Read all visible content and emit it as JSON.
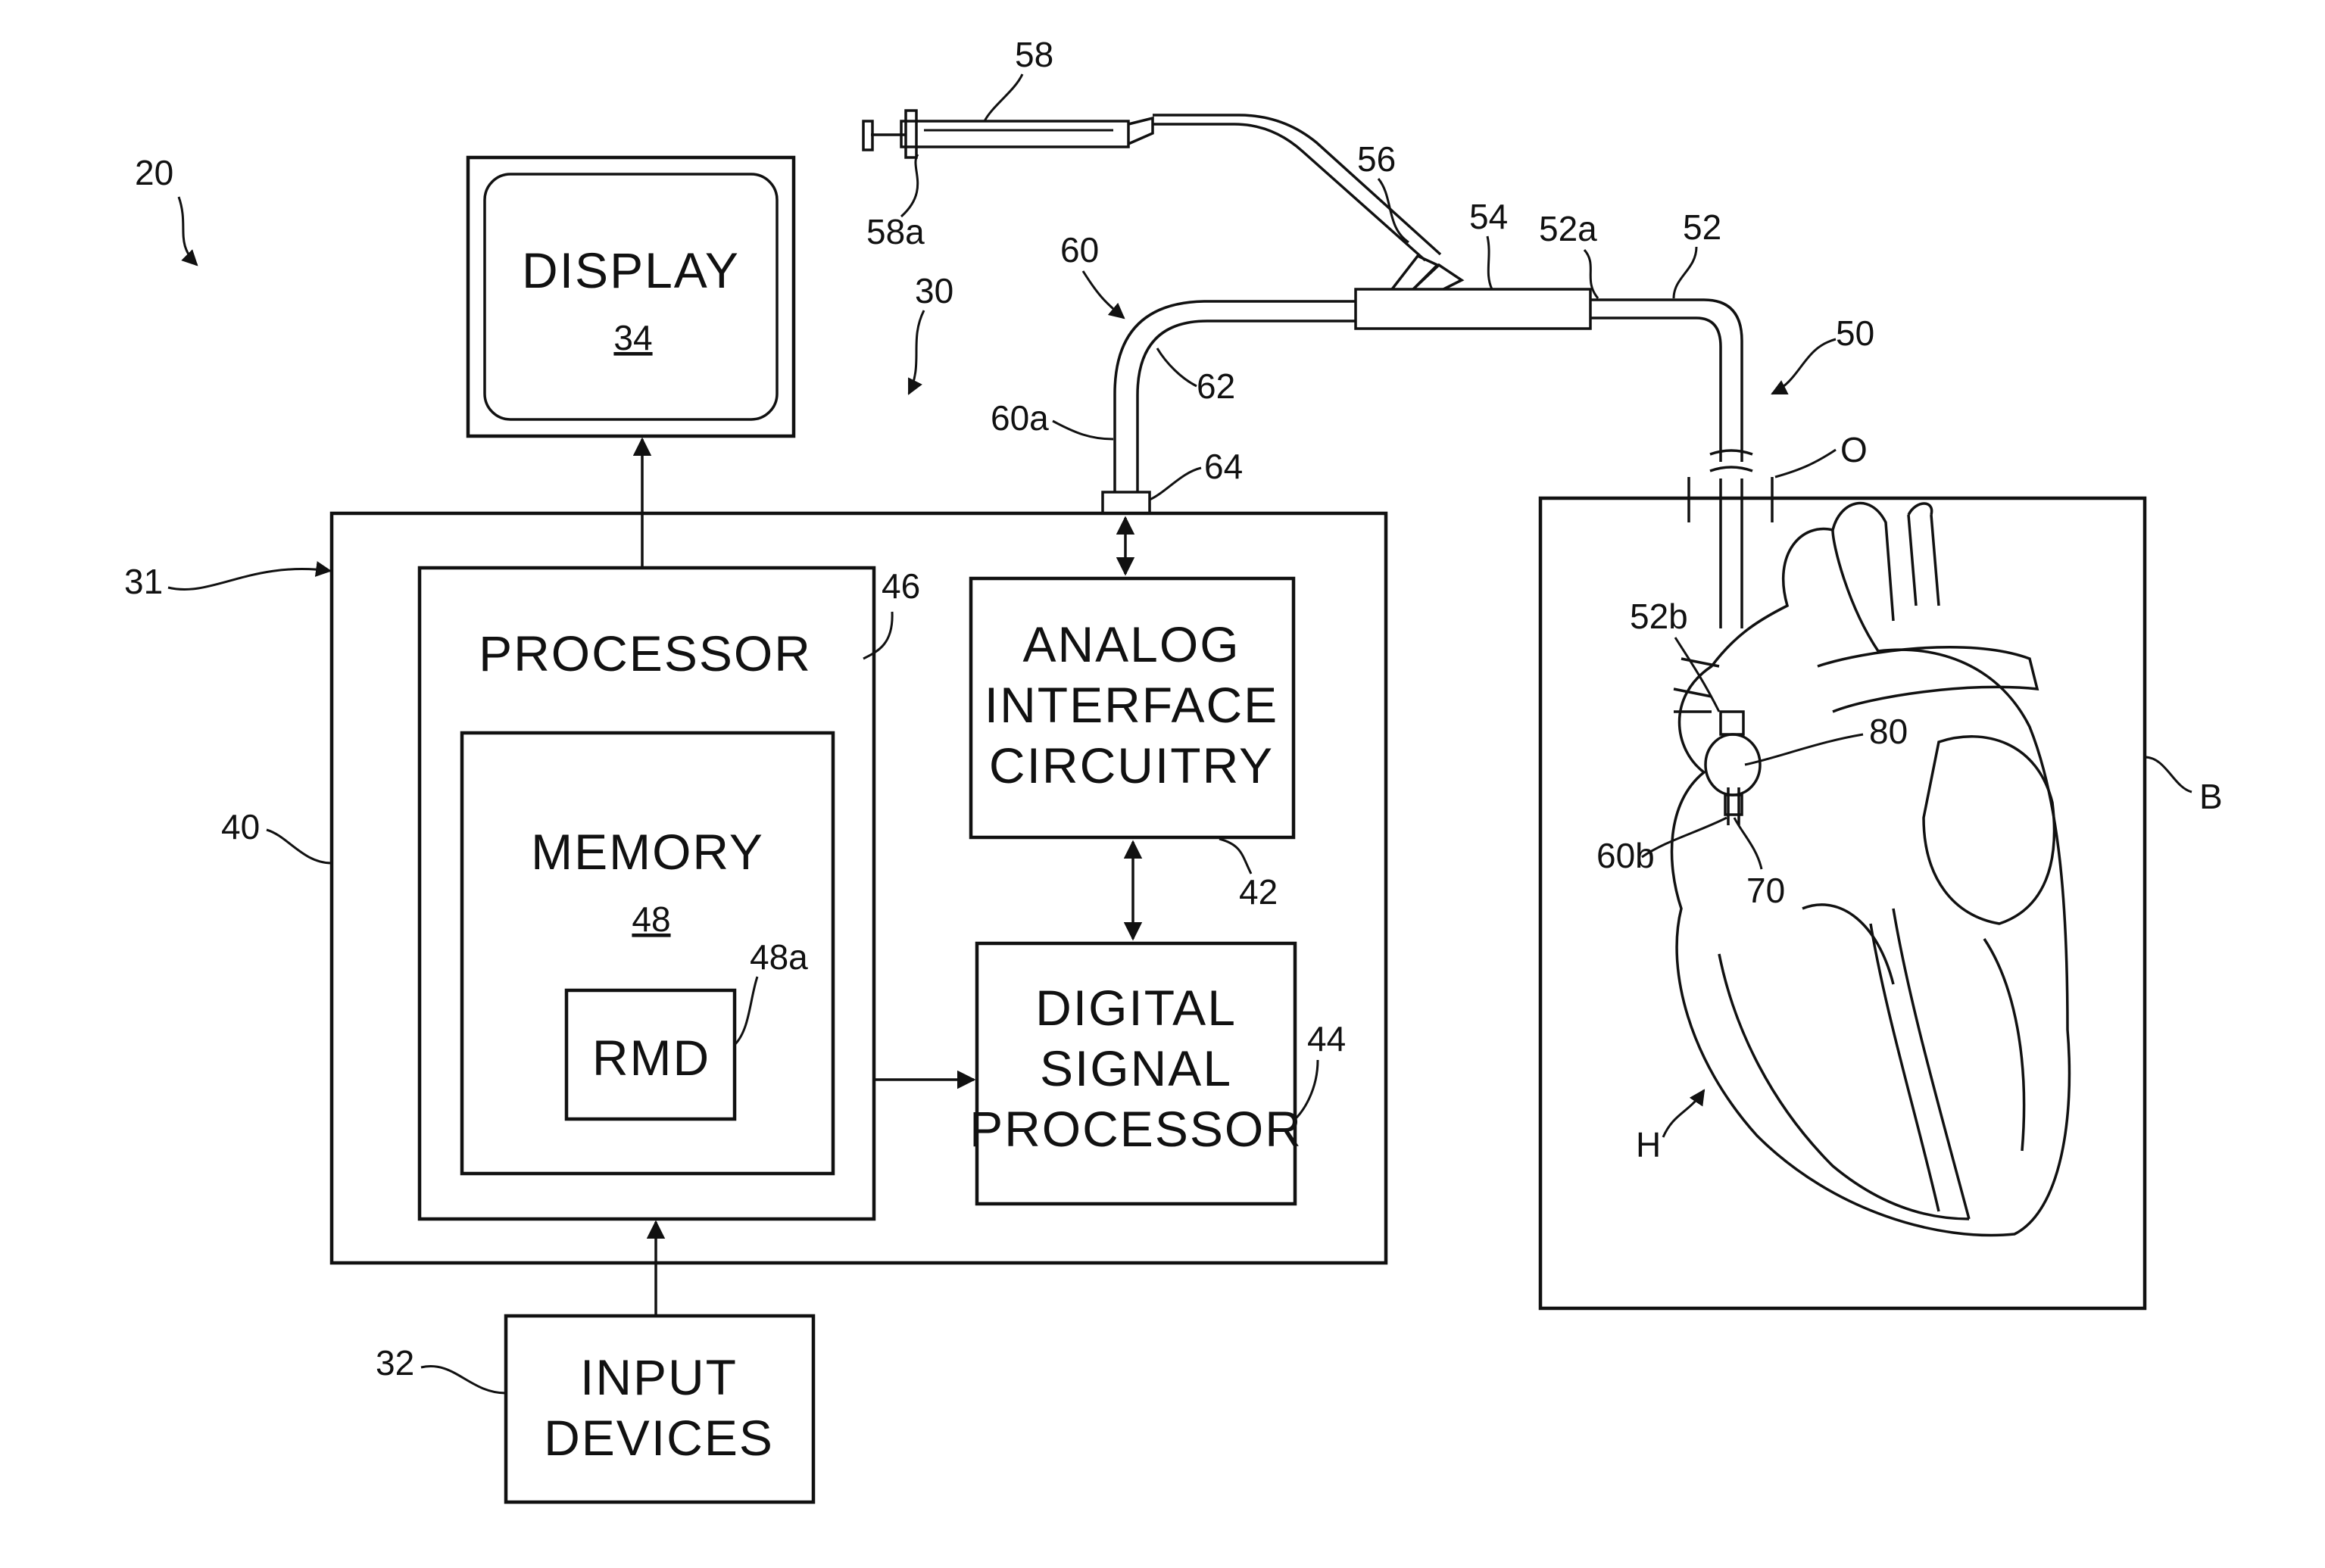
{
  "figure": {
    "display_label": "DISPLAY",
    "display_num": "34",
    "processor_label": "PROCESSOR",
    "memory_label": "MEMORY",
    "memory_num": "48",
    "rmd_label": "RMD",
    "analog_lines": [
      "ANALOG",
      "INTERFACE",
      "CIRCUITRY"
    ],
    "dsp_lines": [
      "DIGITAL",
      "SIGNAL",
      "PROCESSOR"
    ],
    "input_lines": [
      "INPUT",
      "DEVICES"
    ],
    "refs": {
      "r20": "20",
      "r30": "30",
      "r31": "31",
      "r32": "32",
      "r40": "40",
      "r42": "42",
      "r44": "44",
      "r46": "46",
      "r48a": "48a",
      "r50": "50",
      "r52": "52",
      "r52a": "52a",
      "r52b": "52b",
      "r54": "54",
      "r56": "56",
      "r58": "58",
      "r58a": "58a",
      "r60": "60",
      "r60a": "60a",
      "r60b": "60b",
      "r62": "62",
      "r64": "64",
      "r70": "70",
      "r80": "80",
      "rO": "O",
      "rB": "B",
      "rH": "H"
    }
  }
}
